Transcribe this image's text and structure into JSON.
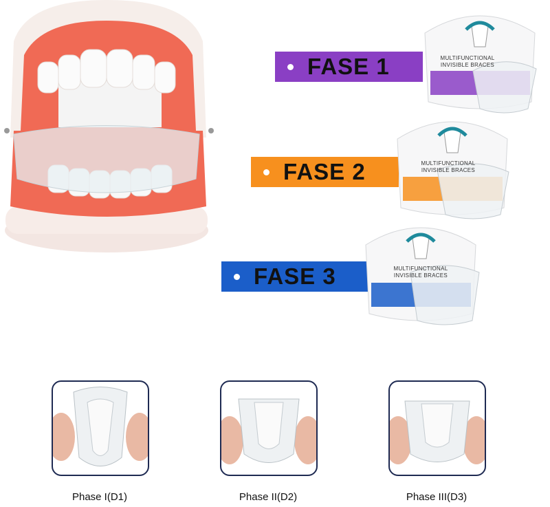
{
  "phases": [
    {
      "label": "FASE 1",
      "color": "#8a3fc4"
    },
    {
      "label": "FASE 2",
      "color": "#f7901e"
    },
    {
      "label": "FASE 3",
      "color": "#1b5ec9"
    }
  ],
  "box_logo_text": "MULTIFUNCTIONAL INVISIBLE BRACES",
  "captions": [
    "Phase I(D1)",
    "Phase II(D2)",
    "Phase III(D3)"
  ]
}
